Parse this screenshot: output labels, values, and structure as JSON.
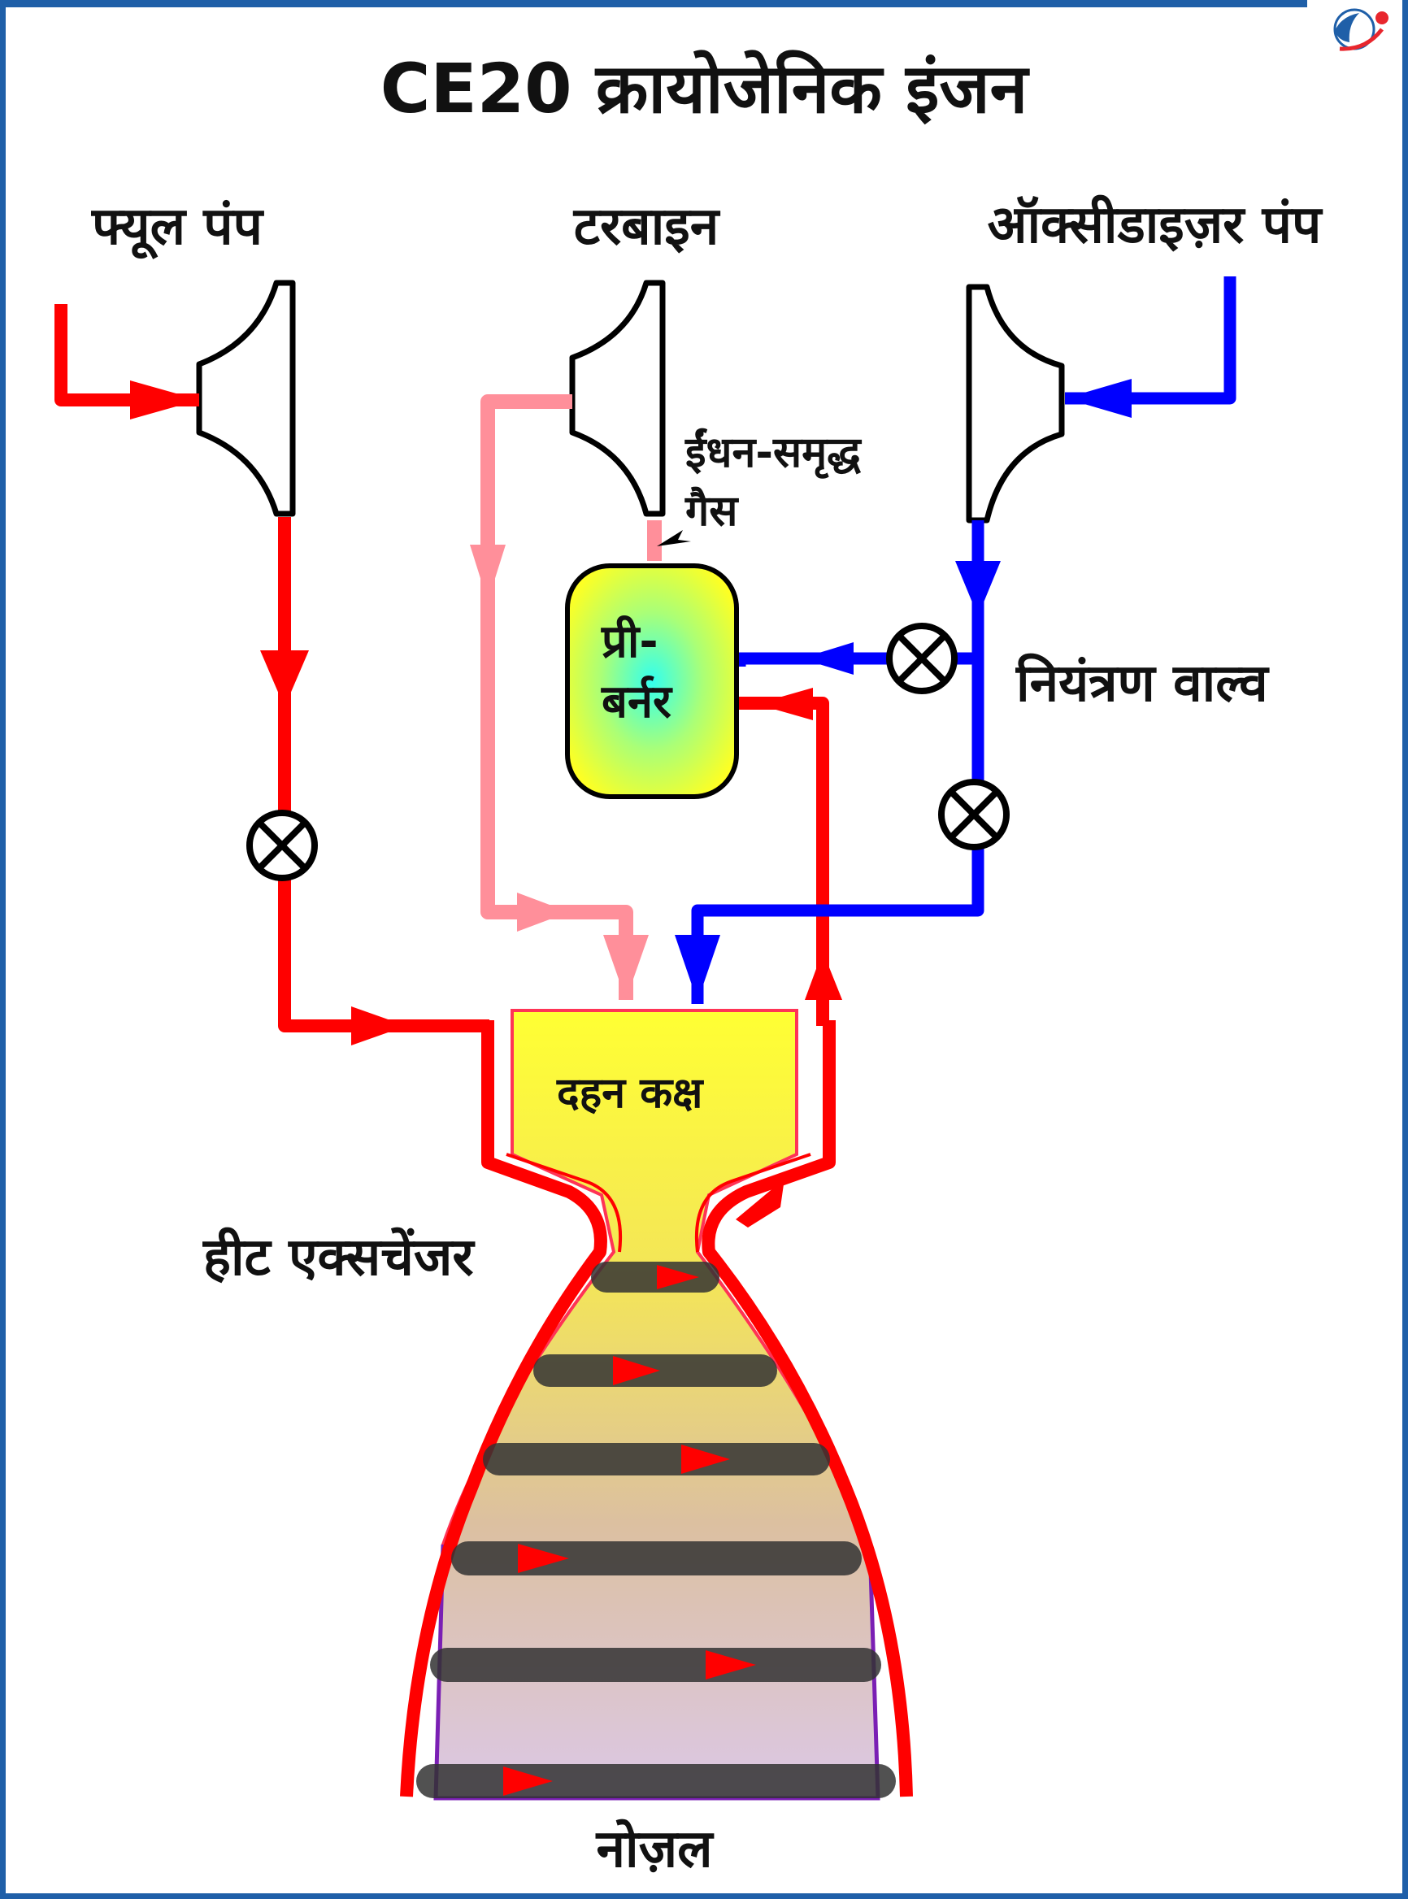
{
  "title": "CE20 क्रायोजेनिक इंजन",
  "labels": {
    "fuel_pump": "फ्यूल पंप",
    "turbine": "टरबाइन",
    "oxidizer_pump": "ऑक्सीडाइज़र पंप",
    "fuel_rich_gas_line1": "ईंधन-समृद्ध",
    "fuel_rich_gas_line2": "गैस",
    "preburner_line1": "प्री-",
    "preburner_line2": "बर्नर",
    "control_valve": "नियंत्रण वाल्व",
    "combustion_chamber": "दहन कक्ष",
    "heat_exchanger": "हीट एक्सचेंजर",
    "nozzle": "नोज़ल"
  },
  "icons": [
    "logo-icon",
    "fuel-pump-icon",
    "turbine-icon",
    "oxidizer-pump-icon",
    "valve-icon",
    "flow-arrow-icon"
  ],
  "colors": {
    "fuel_line": "#ff0000",
    "oxidizer_line": "#0000ff",
    "turbine_exhaust": "#ff8f9a",
    "chamber_fill": "#ffff33",
    "frame": "#1f5fa8",
    "cooling_band": "#333333"
  }
}
